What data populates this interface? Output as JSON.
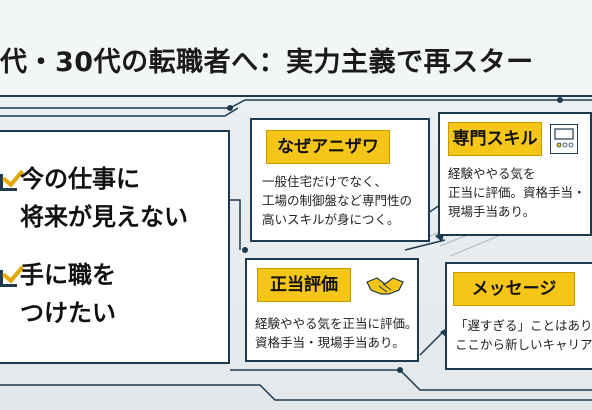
{
  "banner": {
    "title": "代・30代の転職者へ：実力主義で再スター"
  },
  "checks": [
    {
      "line1": "今の仕事に",
      "line2": "将来が見えない"
    },
    {
      "line1": "手に職を",
      "line2": "つけたい"
    }
  ],
  "cards": {
    "why": {
      "title": "なぜアニザワ",
      "lines": [
        "一般住宅だけでなく、",
        "工場の制御盤など専門性の",
        "高いスキルが身につく。"
      ]
    },
    "skill": {
      "title": "専門スキル",
      "lines": [
        "経験ややる気を",
        "正当に評価。資格手当・",
        "現場手当あり。"
      ]
    },
    "eval": {
      "title": "正当評価",
      "lines": [
        "経験ややる気を正当に評価。",
        "資格手当・現場手当あり。"
      ]
    },
    "message": {
      "title": "メッセージ",
      "lines": [
        "「遅すぎる」ことはありま",
        "ここから新しいキャリア"
      ]
    }
  },
  "colors": {
    "accent": "#f5c518",
    "line": "#1e3a4f"
  },
  "icons": [
    "handshake-icon",
    "control-panel-icon",
    "check-icon"
  ]
}
